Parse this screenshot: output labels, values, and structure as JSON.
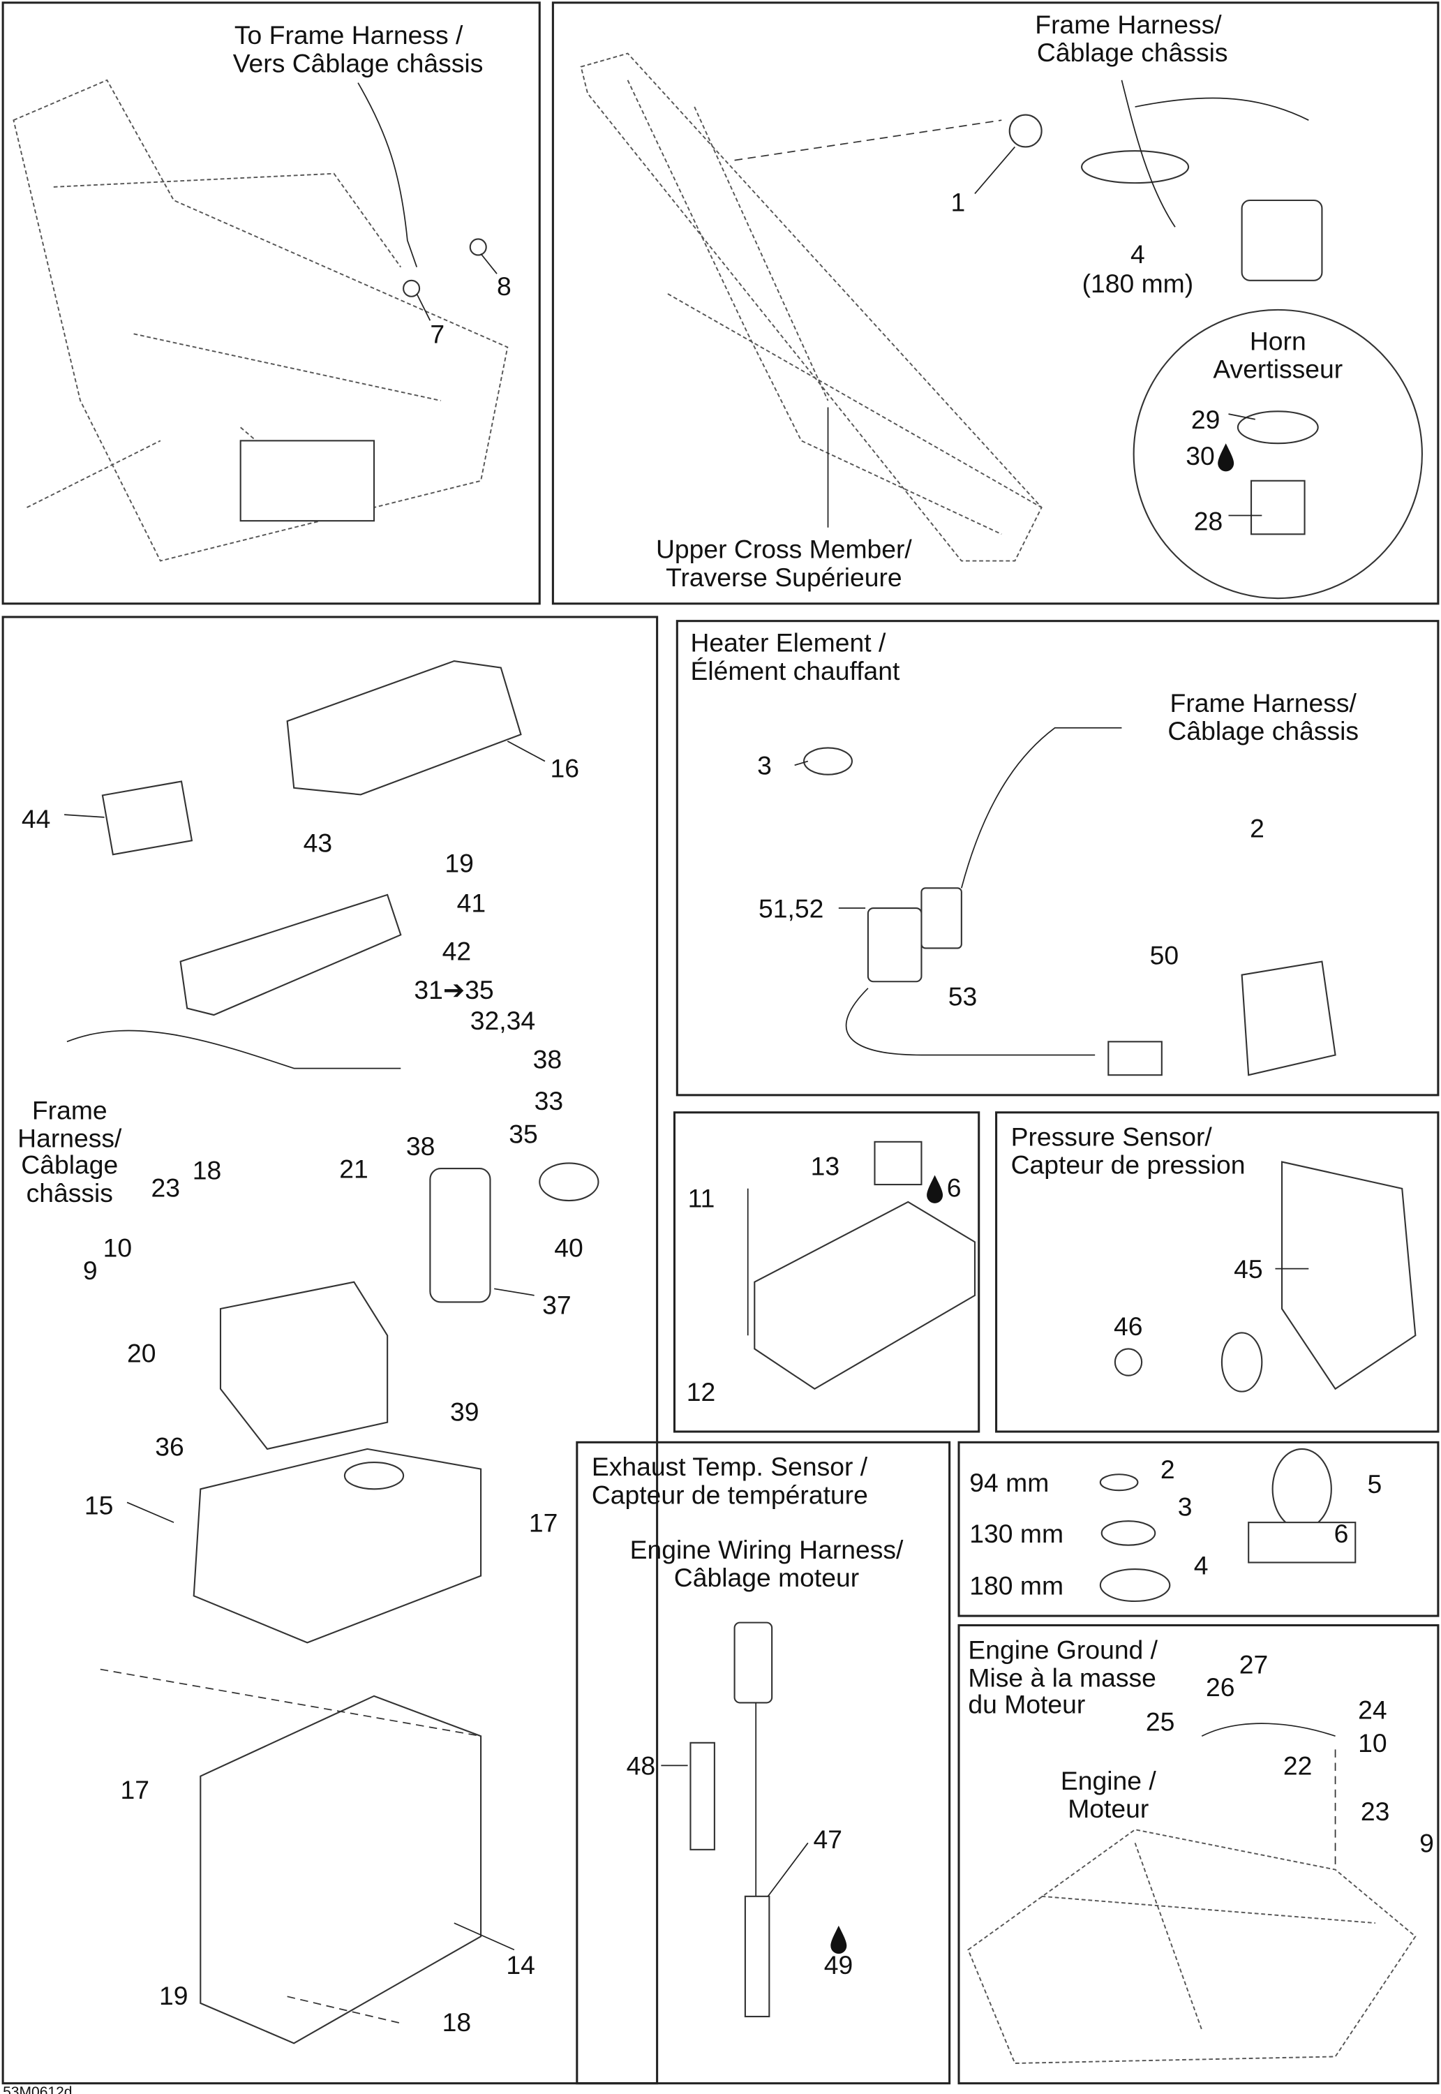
{
  "diagram_code": "53M0612d",
  "accent_color": "#000000",
  "panels": {
    "frame_harness_left": {
      "title": [
        "To Frame Harness /",
        "Vers Câblage châssis"
      ],
      "callouts": [
        "8",
        "7"
      ]
    },
    "upper_cross_member": {
      "title": [
        "Frame Harness/",
        "Câblage châssis"
      ],
      "callouts": [
        "1",
        "4",
        "(180 mm)"
      ],
      "horn": {
        "title": [
          "Horn",
          "Avertisseur"
        ],
        "callouts": [
          "29",
          "30",
          "28"
        ]
      },
      "member_label": [
        "Upper Cross Member/",
        "Traverse Supérieure"
      ]
    },
    "battery": {
      "frame_label": [
        "Frame",
        "Harness/",
        "Câblage",
        "châssis"
      ],
      "callouts": [
        "16",
        "44",
        "43",
        "19",
        "41",
        "42",
        "31➔35",
        "32,34",
        "38",
        "33",
        "35",
        "38",
        "21",
        "18",
        "23",
        "40",
        "10",
        "9",
        "37",
        "20",
        "39",
        "36",
        "15",
        "17",
        "17",
        "14",
        "19",
        "18"
      ]
    },
    "heater": {
      "title": [
        "Heater Element /",
        "Élément chauffant"
      ],
      "frame_label": [
        "Frame Harness/",
        "Câblage châssis"
      ],
      "callouts": [
        "3",
        "2",
        "51,52",
        "50",
        "53"
      ]
    },
    "fuse_box": {
      "callouts": [
        "13",
        "6",
        "11",
        "12"
      ]
    },
    "pressure_sensor": {
      "title": [
        "Pressure Sensor/",
        "Capteur de pression"
      ],
      "callouts": [
        "45",
        "46"
      ]
    },
    "exhaust": {
      "title": [
        "Exhaust Temp. Sensor /",
        "Capteur de température"
      ],
      "harness_label": [
        "Engine Wiring Harness/",
        "Câblage moteur"
      ],
      "callouts": [
        "48",
        "47",
        "49"
      ]
    },
    "ties": {
      "sizes": [
        "94 mm",
        "130 mm",
        "180 mm"
      ],
      "callouts": [
        "2",
        "3",
        "4",
        "5",
        "6"
      ]
    },
    "engine_ground": {
      "title": [
        "Engine Ground /",
        "Mise à la masse",
        "du Moteur"
      ],
      "engine_label": [
        "Engine /",
        "Moteur"
      ],
      "callouts": [
        "27",
        "26",
        "24",
        "25",
        "10",
        "22",
        "23",
        "9"
      ]
    }
  }
}
